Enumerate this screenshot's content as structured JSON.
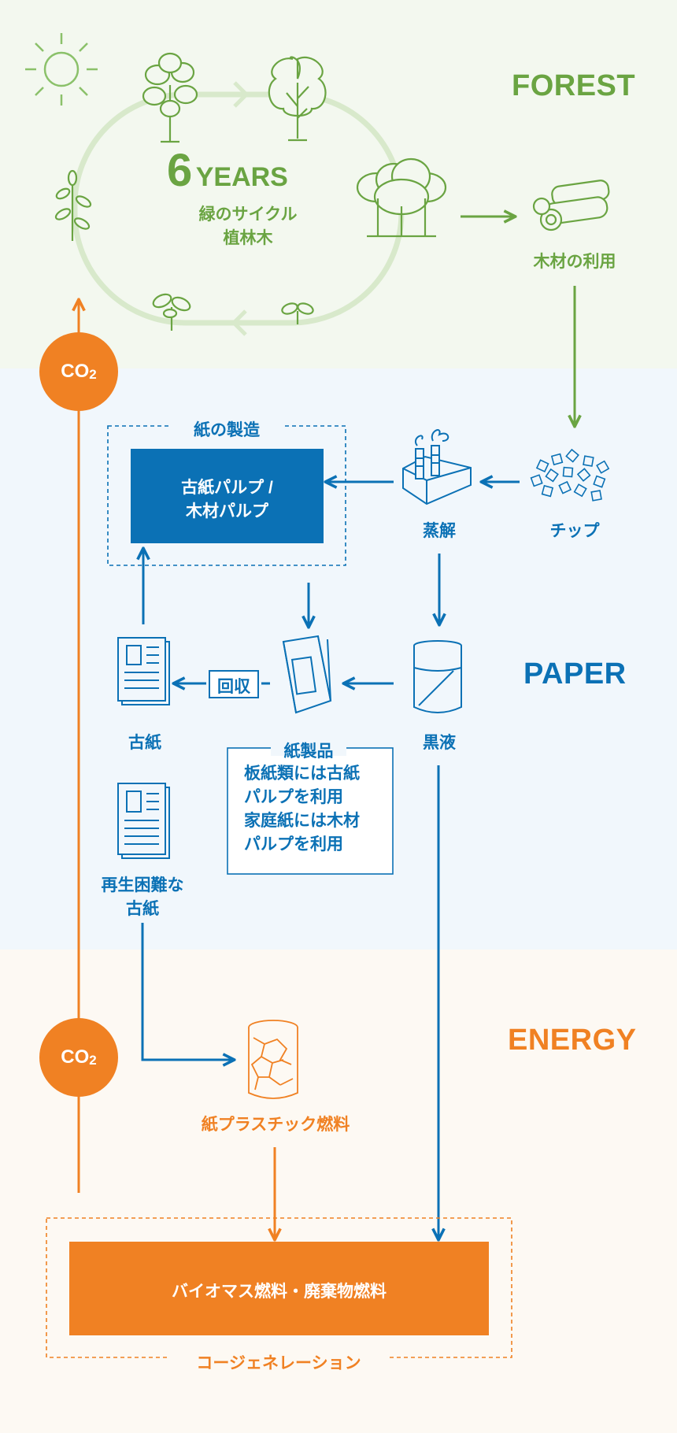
{
  "sections": {
    "forest": "FOREST",
    "paper": "PAPER",
    "energy": "ENERGY"
  },
  "cycle": {
    "number": "6",
    "years": "YEARS",
    "line1": "緑のサイクル",
    "line2": "植林木"
  },
  "nodes": {
    "timber_use": "木材の利用",
    "chip": "チップ",
    "digestion": "蒸解",
    "pulp_line1": "古紙パルプ /",
    "pulp_line2": "木材パルプ",
    "papermaking": "紙の製造",
    "black_liquor": "黒液",
    "collection": "回収",
    "waste_paper": "古紙",
    "products": {
      "title": "紙製品",
      "lines": [
        "板紙類には古紙",
        "パルプを利用",
        "家庭紙には木材",
        "パルプを利用"
      ]
    },
    "hard_recycle_line1": "再生困難な",
    "hard_recycle_line2": "古紙",
    "rpf": "紙プラスチック燃料",
    "biomass": "バイオマス燃料・廃棄物燃料",
    "cogeneration": "コージェネレーション"
  },
  "co2": {
    "main": "CO",
    "sub": "2"
  },
  "colors": {
    "forest": "#6aa442",
    "paper": "#0b71b5",
    "energy": "#f08123",
    "cycle_ring": "#d8e9cb"
  },
  "icons": [
    "sun-icon",
    "tree-icon",
    "bush-icon",
    "sapling-icon",
    "sprout-icon",
    "log-icon",
    "factory-icon",
    "wood-chip-icon",
    "paper-product-icon",
    "glass-icon",
    "newspaper-icon",
    "fuel-pellet-icon"
  ]
}
